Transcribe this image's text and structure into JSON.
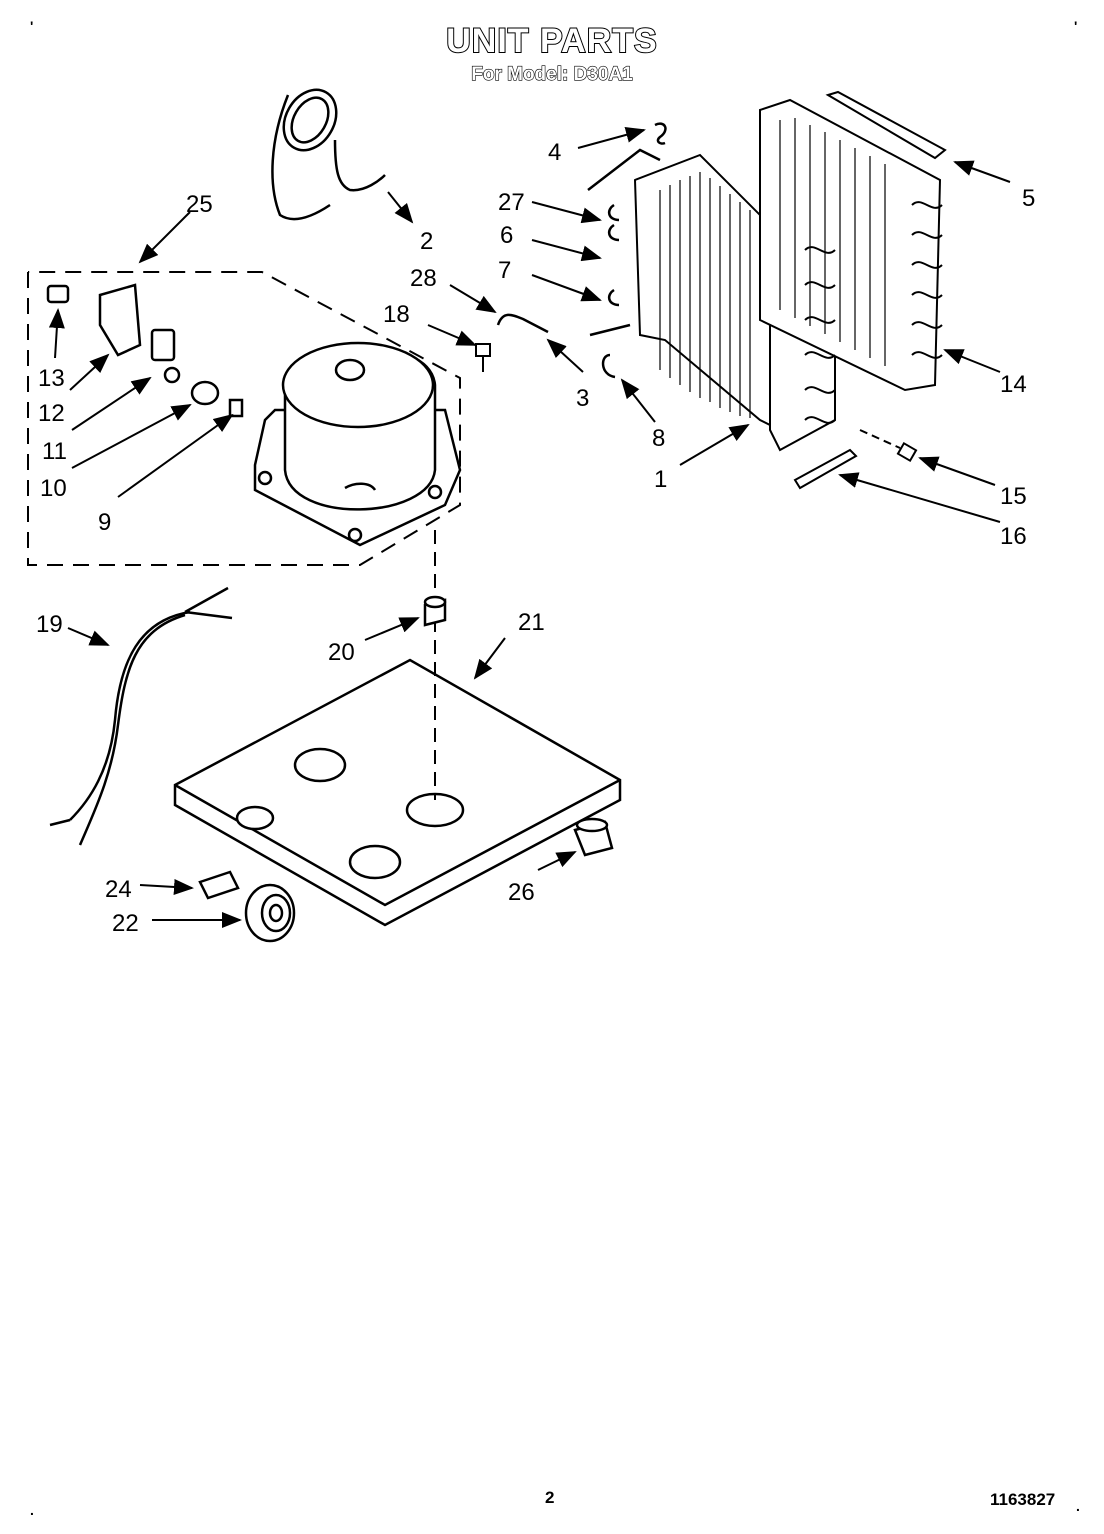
{
  "header": {
    "title": "UNIT PARTS",
    "subtitle": "For Model: D30A1"
  },
  "footer": {
    "page_number": "2",
    "document_number": "1163827"
  },
  "corner_marks": [
    "'",
    "'",
    ".",
    "."
  ],
  "callouts": [
    "2",
    "25",
    "4",
    "27",
    "6",
    "28",
    "7",
    "5",
    "18",
    "13",
    "12",
    "11",
    "3",
    "14",
    "10",
    "9",
    "8",
    "1",
    "15",
    "16",
    "19",
    "21",
    "20",
    "24",
    "22",
    "26"
  ]
}
